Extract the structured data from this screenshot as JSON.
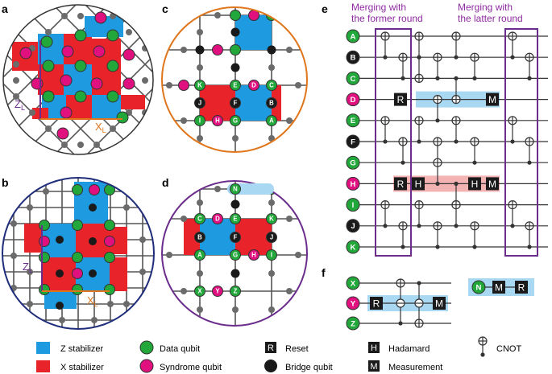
{
  "panels": {
    "a": "a",
    "b": "b",
    "c": "c",
    "d": "d",
    "e": "e",
    "f": "f"
  },
  "logical_ops": {
    "z_a": "Z",
    "z_a_sub": "L",
    "x_a": "X",
    "x_a_sub": "L",
    "z_b": "Z",
    "z_b_sub": "L",
    "x_b": "X",
    "x_b_sub": "L"
  },
  "panel_c_qubits": [
    "K",
    "E",
    "D",
    "C",
    "J",
    "F",
    "B",
    "I",
    "H",
    "G",
    "A"
  ],
  "panel_d_qubits": [
    "N",
    "C",
    "D",
    "E",
    "K",
    "B",
    "F",
    "J",
    "A",
    "G",
    "H",
    "I",
    "X",
    "Y",
    "Z"
  ],
  "panel_e": {
    "header_left": [
      "Merging with",
      "the former round"
    ],
    "header_right": [
      "Merging with",
      "the latter round"
    ],
    "rows": [
      "A",
      "B",
      "C",
      "D",
      "E",
      "F",
      "G",
      "H",
      "I",
      "J",
      "K"
    ]
  },
  "panel_f": {
    "rows": [
      "X",
      "Y",
      "Z"
    ],
    "n_sequence": [
      "N",
      "M",
      "R"
    ]
  },
  "gates": {
    "reset": "R",
    "hadamard": "H",
    "measure": "M"
  },
  "legend": {
    "z_stabilizer": "Z stabilizer",
    "x_stabilizer": "X stabilizer",
    "data_qubit": "Data qubit",
    "syndrome_qubit": "Syndrome qubit",
    "reset": "Reset",
    "bridge_qubit": "Bridge qubit",
    "hadamard": "Hadamard",
    "measurement": "Measurement",
    "cnot": "CNOT"
  },
  "colors": {
    "z_blue": "#1e9be0",
    "x_red": "#e8242a",
    "data_green": "#22a73a",
    "syndrome_magenta": "#e0107f",
    "bridge_black": "#1a1a1a",
    "grid_gray": "#6b6b6b",
    "orange": "#e0761c",
    "navy": "#1f2d7a",
    "purple": "#6b2d8c",
    "purple_text": "#8e2aa0",
    "light_blue_band": "#a9d8f2",
    "light_red_band": "#f3b3b3"
  }
}
